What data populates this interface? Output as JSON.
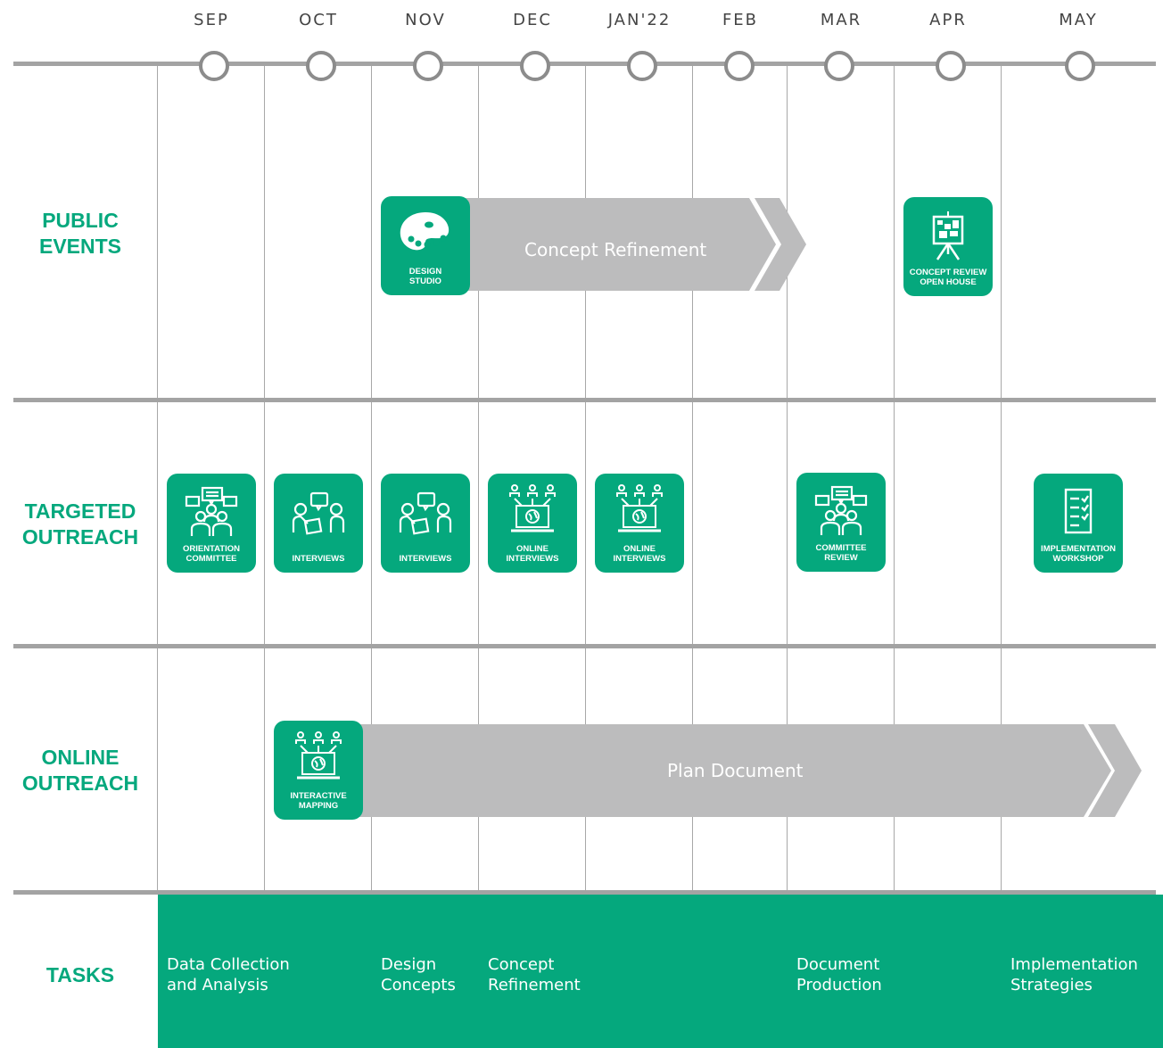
{
  "months": [
    "SEP",
    "OCT",
    "NOV",
    "DEC",
    "JAN'22",
    "FEB",
    "MAR",
    "APR",
    "MAY"
  ],
  "rows": {
    "public_events": [
      "PUBLIC",
      "EVENTS"
    ],
    "targeted_outreach": [
      "TARGETED",
      "OUTREACH"
    ],
    "online_outreach": [
      "ONLINE",
      "OUTREACH"
    ],
    "tasks": [
      "TASKS"
    ]
  },
  "bars": {
    "concept_refinement": "Concept Refinement",
    "plan_document": "Plan Document"
  },
  "cards": {
    "design_studio": [
      "DESIGN",
      "STUDIO"
    ],
    "concept_review": [
      "CONCEPT REVIEW",
      "OPEN HOUSE"
    ],
    "orientation_committee": [
      "ORIENTATION",
      "COMMITTEE"
    ],
    "interviews_oct": [
      "INTERVIEWS"
    ],
    "interviews_nov": [
      "INTERVIEWS"
    ],
    "online_interviews_dec": [
      "ONLINE",
      "INTERVIEWS"
    ],
    "online_interviews_jan": [
      "ONLINE",
      "INTERVIEWS"
    ],
    "committee_review": [
      "COMMITTEE",
      "REVIEW"
    ],
    "implementation_workshop": [
      "IMPLEMENTATION",
      "WORKSHOP"
    ],
    "interactive_mapping": [
      "INTERACTIVE",
      "MAPPING"
    ]
  },
  "tasks": {
    "data_collection": [
      "Data Collection",
      "and Analysis"
    ],
    "design_concepts": [
      "Design",
      "Concepts"
    ],
    "concept_refinement": [
      "Concept",
      "Refinement"
    ],
    "document_production": [
      "Document",
      "Production"
    ],
    "implementation": [
      "Implementation",
      "Strategies"
    ]
  },
  "colors": {
    "accent": "#05a87d",
    "bar_gray": "#bcbcbd",
    "line_gray": "#a3a3a3"
  },
  "icons": {
    "design_studio": "palette-icon",
    "concept_review": "presentation-board-icon",
    "committee": "group-meeting-icon",
    "interviews": "conversation-icon",
    "online": "laptop-globe-icon",
    "implementation": "checklist-icon"
  }
}
